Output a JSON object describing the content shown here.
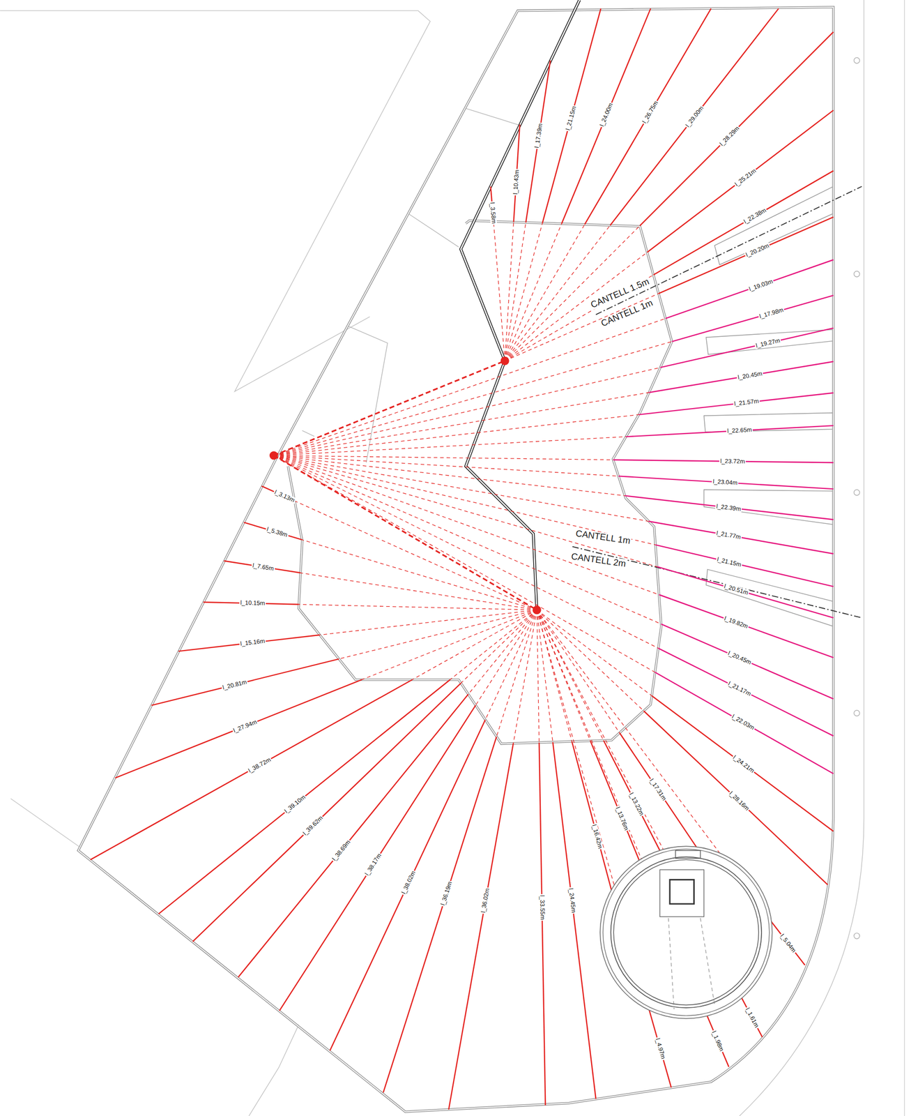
{
  "diagram": {
    "labels": [
      "l_3.58m",
      "l_10.43m",
      "l_17.39m",
      "l_21.15m",
      "l_24.00m",
      "l_26.75m",
      "l_29.00m",
      "l_28.29m",
      "l_25.21m",
      "l_22.38m",
      "l_20.20m",
      "CANTELL 1.5m",
      "CANTELL 1m",
      "l_19.03m",
      "l_17.98m",
      "l_19.27m",
      "l_20.45m",
      "l_21.57m",
      "l_22.65m",
      "l_23.72m",
      "l_23.04m",
      "l_22.39m",
      "l_21.77m",
      "CANTELL 1m",
      "CANTELL 2m",
      "l_21.15m",
      "l_20.51m",
      "l_19.82m",
      "l_20.45m",
      "l_21.17m",
      "l_22.03m",
      "l_3.13m",
      "l_5.38m",
      "l_7.65m",
      "l_10.15m",
      "l_15.16m",
      "l_20.81m",
      "l_27.94m",
      "l_38.72m",
      "l_39.10m",
      "l_39.62m",
      "l_38.69m",
      "l_38.17m",
      "l_38.02m",
      "l_36.19m",
      "l_36.02m",
      "l_33.55m",
      "l_24.45m",
      "l_16.42m",
      "l_13.76m",
      "l_13.22m",
      "l_17.31m",
      "l_24.21m",
      "l_28.16m",
      "l_5.04m",
      "l_1.61m",
      "l_1.98m",
      "l_4.97m"
    ]
  }
}
